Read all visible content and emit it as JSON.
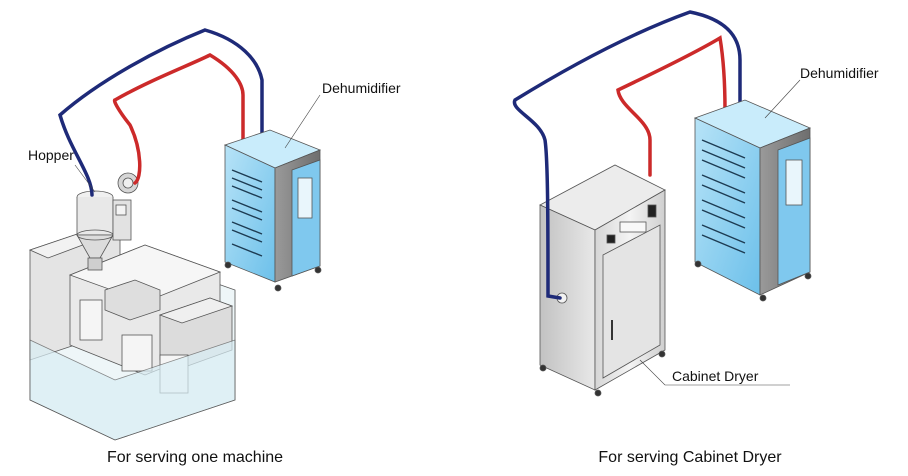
{
  "left_panel": {
    "caption": "For serving one machine",
    "labels": {
      "hopper": "Hopper",
      "dehumidifier": "Dehumidifier"
    }
  },
  "right_panel": {
    "caption": "For serving Cabinet Dryer",
    "labels": {
      "dehumidifier": "Dehumidifier",
      "cabinet_dryer": "Cabinet Dryer"
    }
  },
  "colors": {
    "supply_pipe": "#cc2a2a",
    "return_pipe": "#1e2a78",
    "dehumidifier_body": "#8fd0f0",
    "dehumidifier_side": "#8a8a8a",
    "machine_body": "#e6e6e6",
    "cabinet_body": "#dcdcdc"
  }
}
